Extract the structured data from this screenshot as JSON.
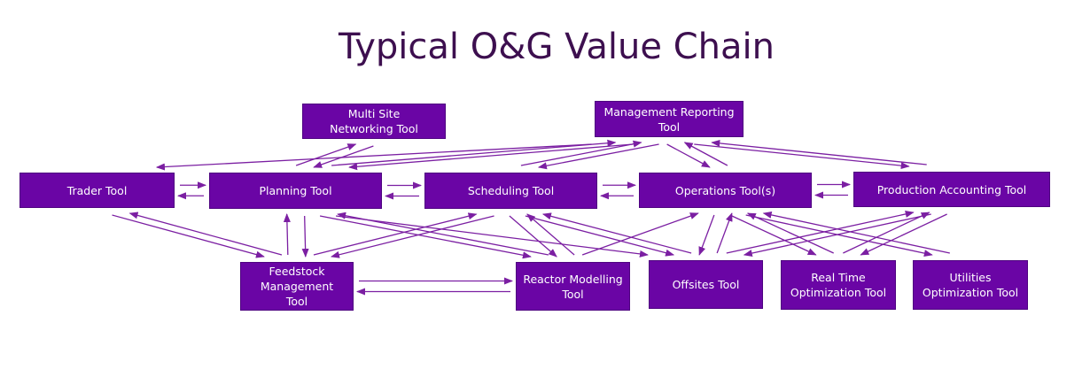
{
  "title": "Typical O&G Value Chain",
  "colors": {
    "title": "#3d0f4f",
    "node_fill": "#6a05a5",
    "node_text": "#ffffff",
    "arrow": "#7b1fa2"
  },
  "nodes": {
    "multi_site": "Multi Site\nNetworking Tool",
    "mgmt_reporting": "Management Reporting\nTool",
    "trader": "Trader Tool",
    "planning": "Planning Tool",
    "scheduling": "Scheduling Tool",
    "operations": "Operations Tool(s)",
    "production_accounting": "Production Accounting Tool",
    "feedstock": "Feedstock\nManagement\nTool",
    "reactor": "Reactor Modelling\nTool",
    "offsites": "Offsites Tool",
    "rto": "Real Time\nOptimization Tool",
    "utilities": "Utilities\nOptimization Tool"
  },
  "edges": [
    {
      "from": "trader",
      "to": "planning"
    },
    {
      "from": "planning",
      "to": "trader"
    },
    {
      "from": "planning",
      "to": "scheduling"
    },
    {
      "from": "scheduling",
      "to": "planning"
    },
    {
      "from": "scheduling",
      "to": "operations"
    },
    {
      "from": "operations",
      "to": "scheduling"
    },
    {
      "from": "operations",
      "to": "production_accounting"
    },
    {
      "from": "production_accounting",
      "to": "operations"
    },
    {
      "from": "feedstock",
      "to": "reactor"
    },
    {
      "from": "reactor",
      "to": "feedstock"
    },
    {
      "from": "planning",
      "to": "multi_site"
    },
    {
      "from": "multi_site",
      "to": "planning"
    },
    {
      "from": "mgmt_reporting",
      "to": "trader"
    },
    {
      "from": "planning",
      "to": "mgmt_reporting"
    },
    {
      "from": "mgmt_reporting",
      "to": "planning"
    },
    {
      "from": "scheduling",
      "to": "mgmt_reporting"
    },
    {
      "from": "mgmt_reporting",
      "to": "scheduling"
    },
    {
      "from": "mgmt_reporting",
      "to": "operations"
    },
    {
      "from": "operations",
      "to": "mgmt_reporting"
    },
    {
      "from": "mgmt_reporting",
      "to": "production_accounting"
    },
    {
      "from": "production_accounting",
      "to": "mgmt_reporting"
    },
    {
      "from": "trader",
      "to": "feedstock"
    },
    {
      "from": "feedstock",
      "to": "trader"
    },
    {
      "from": "feedstock",
      "to": "planning"
    },
    {
      "from": "planning",
      "to": "feedstock"
    },
    {
      "from": "feedstock",
      "to": "scheduling"
    },
    {
      "from": "scheduling",
      "to": "feedstock"
    },
    {
      "from": "planning",
      "to": "reactor"
    },
    {
      "from": "reactor",
      "to": "planning"
    },
    {
      "from": "scheduling",
      "to": "reactor"
    },
    {
      "from": "reactor",
      "to": "scheduling"
    },
    {
      "from": "planning",
      "to": "offsites"
    },
    {
      "from": "scheduling",
      "to": "offsites"
    },
    {
      "from": "offsites",
      "to": "scheduling"
    },
    {
      "from": "reactor",
      "to": "operations"
    },
    {
      "from": "operations",
      "to": "offsites"
    },
    {
      "from": "offsites",
      "to": "operations"
    },
    {
      "from": "offsites",
      "to": "production_accounting"
    },
    {
      "from": "production_accounting",
      "to": "offsites"
    },
    {
      "from": "operations",
      "to": "rto"
    },
    {
      "from": "rto",
      "to": "operations"
    },
    {
      "from": "rto",
      "to": "production_accounting"
    },
    {
      "from": "production_accounting",
      "to": "rto"
    },
    {
      "from": "operations",
      "to": "utilities"
    },
    {
      "from": "utilities",
      "to": "operations"
    }
  ]
}
